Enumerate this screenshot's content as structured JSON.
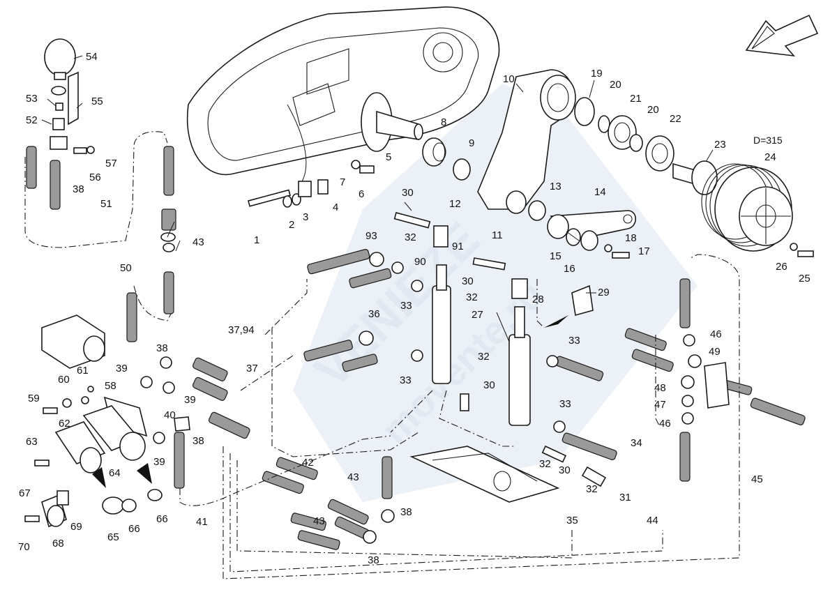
{
  "diagram": {
    "dimension_label": "D=315",
    "watermark": {
      "brand": "VENIEZE",
      "sub": "movente.ru"
    },
    "callouts": [
      "1",
      "2",
      "3",
      "4",
      "5",
      "6",
      "7",
      "8",
      "9",
      "10",
      "11",
      "12",
      "13",
      "14",
      "15",
      "16",
      "17",
      "18",
      "19",
      "20",
      "20",
      "21",
      "22",
      "23",
      "24",
      "25",
      "26",
      "27",
      "28",
      "29",
      "30",
      "30",
      "30",
      "30",
      "31",
      "32",
      "32",
      "32",
      "32",
      "32",
      "33",
      "33",
      "33",
      "33",
      "34",
      "35",
      "36",
      "37",
      "37,94",
      "38",
      "38",
      "38",
      "38",
      "38",
      "39",
      "39",
      "39",
      "40",
      "41",
      "42",
      "43",
      "43",
      "43",
      "44",
      "45",
      "46",
      "46",
      "47",
      "48",
      "49",
      "50",
      "51",
      "52",
      "53",
      "54",
      "55",
      "56",
      "57",
      "58",
      "59",
      "60",
      "61",
      "62",
      "63",
      "64",
      "65",
      "66",
      "66",
      "67",
      "68",
      "69",
      "70",
      "90",
      "91",
      "93"
    ]
  }
}
